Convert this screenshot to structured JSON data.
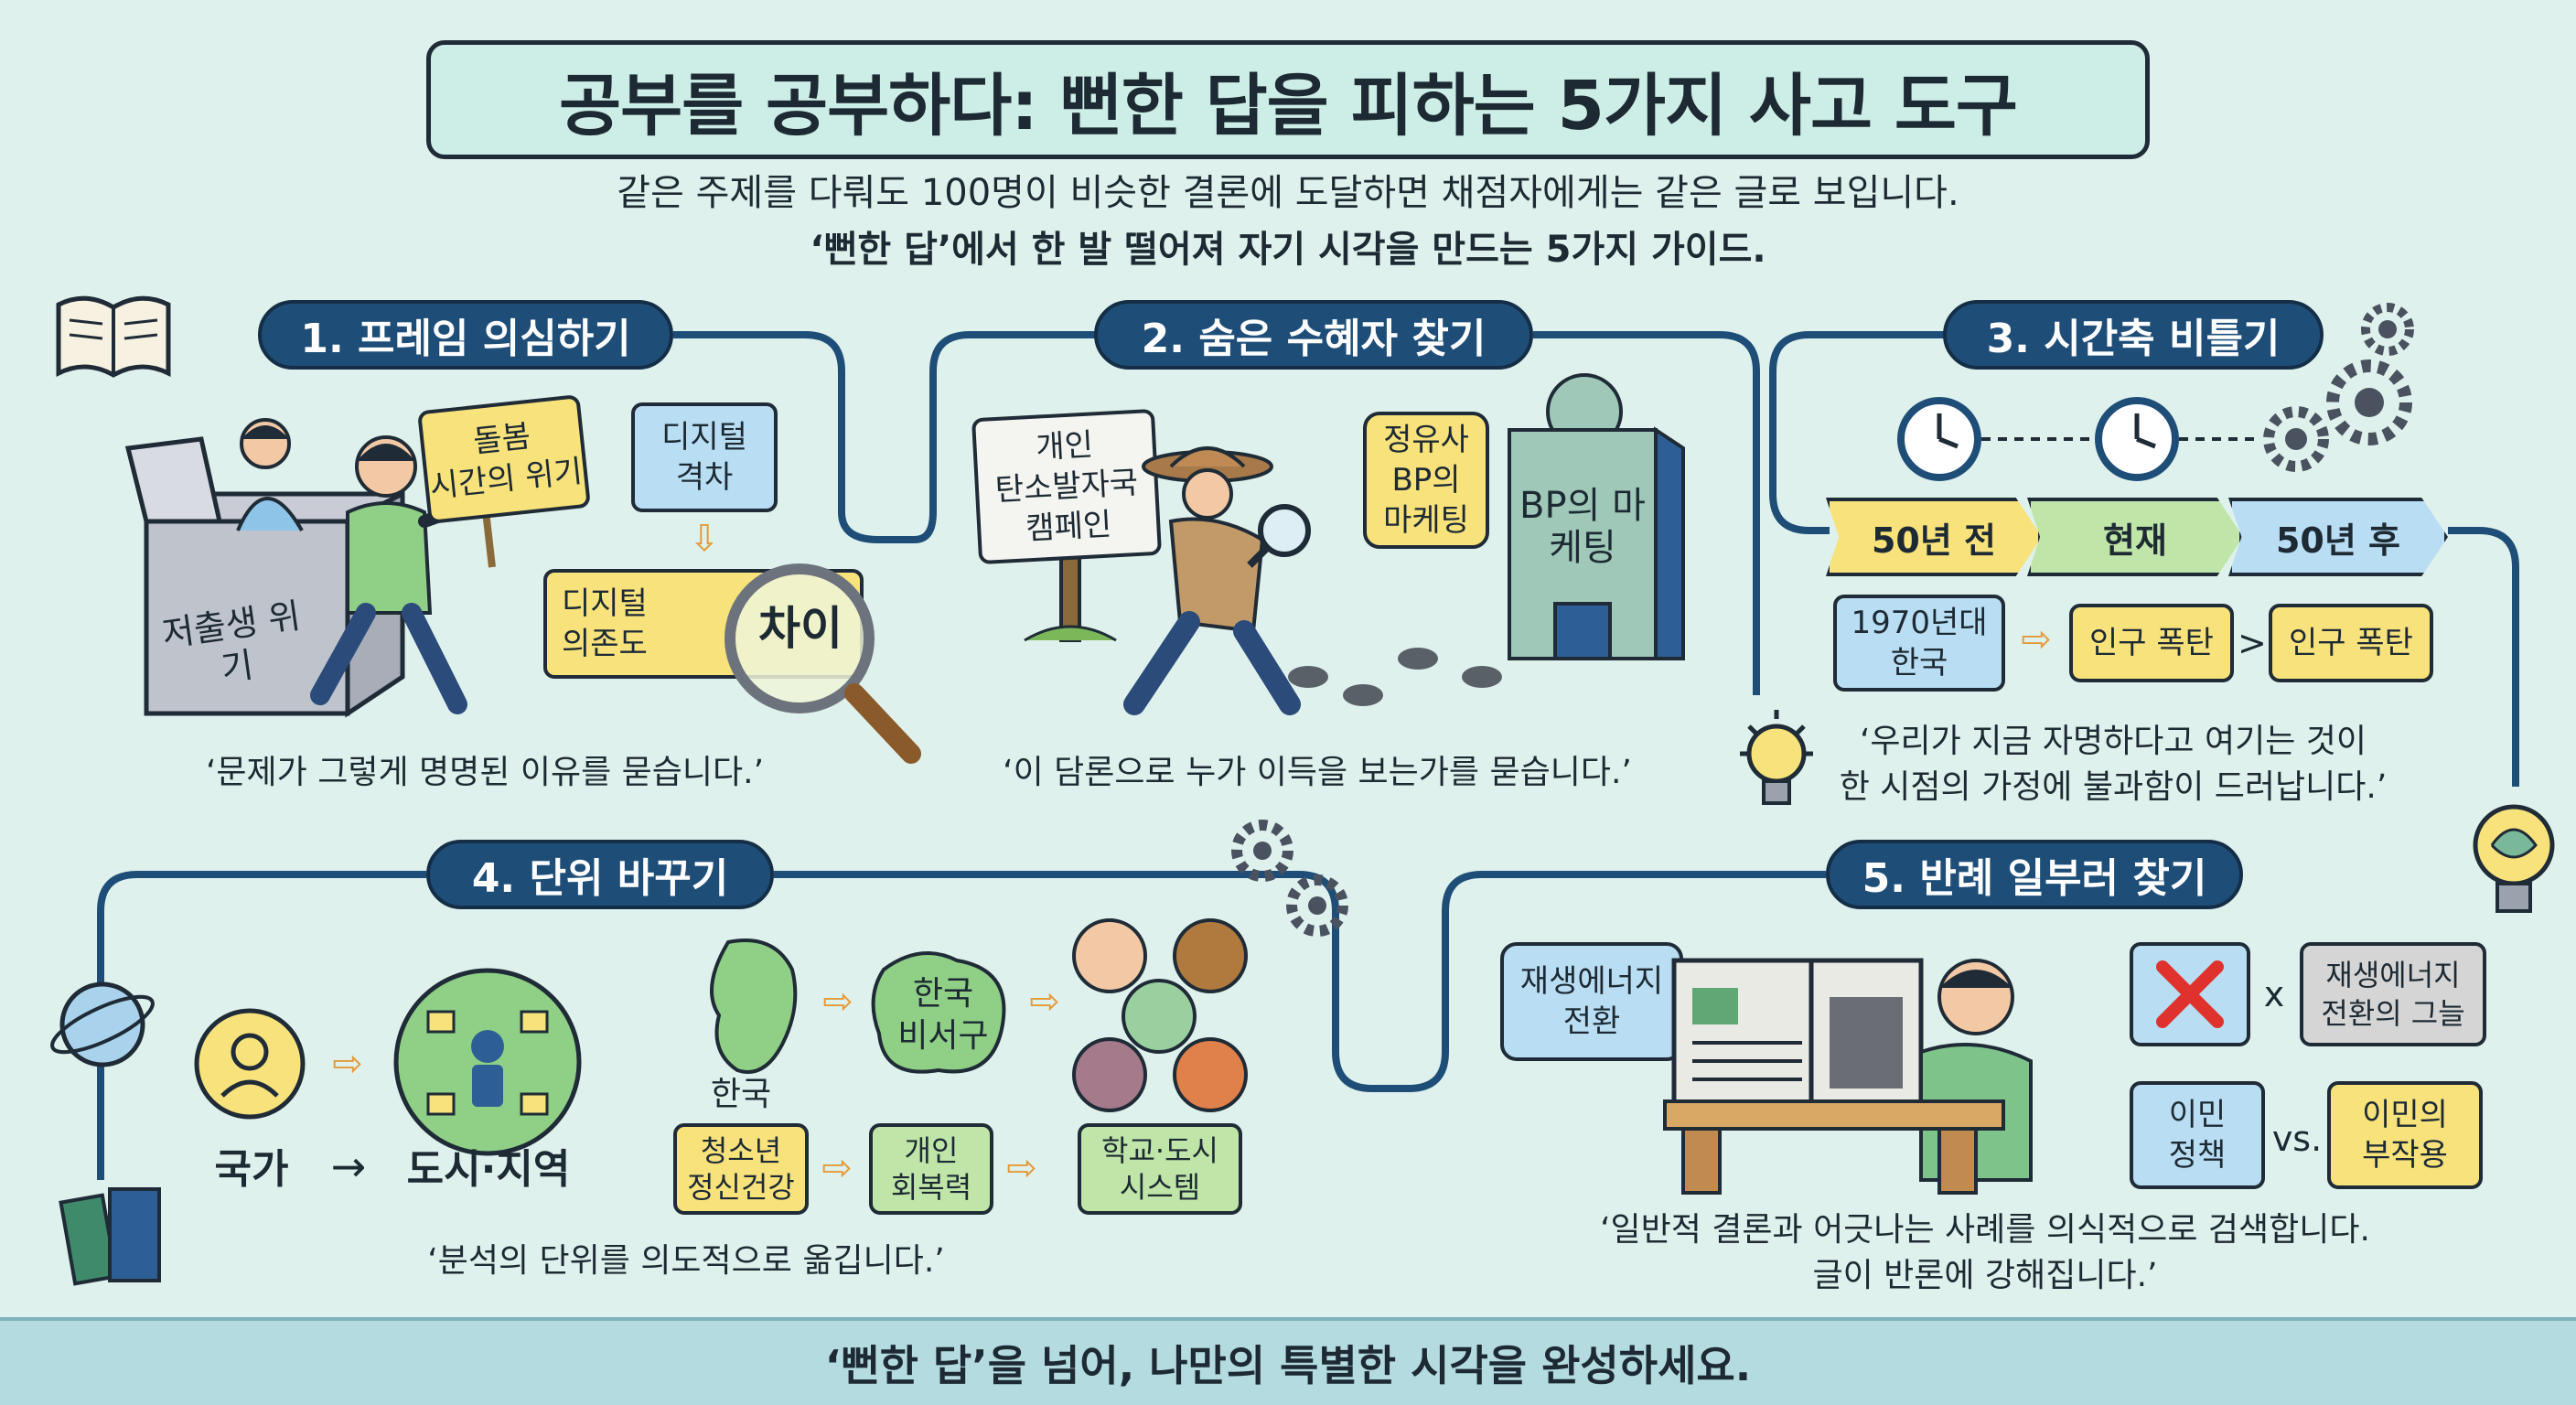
{
  "title": "공부를 공부하다: 뻔한 답을 피하는 5가지 사고 도구",
  "subtitle": {
    "line1": "같은 주제를 다뤄도 100명이 비슷한 결론에 도달하면 채점자에게는 같은 글로 보입니다.",
    "line2": "‘뻔한 답’에서 한 발 떨어져 자기 시각을 만드는 5가지 가이드."
  },
  "sections": [
    {
      "label": "1. 프레임 의심하기",
      "note": "‘문제가 그렇게 명명된 이유를 묻습니다.’",
      "box_text": "저출생\n위기",
      "sign_text": "돌봄\n시간의 위기",
      "digital_gap": "디지털\n격차",
      "digital_dependency": "디지털\n의존도",
      "difference": "차이"
    },
    {
      "label": "2. 숨은 수혜자 찾기",
      "note": "‘이 담론으로 누가 이득을 보는가를 묻습니다.’",
      "sign_text": "개인\n탄소발자국\n캠페인",
      "bubble_text": "정유사\nBP의\n마케팅",
      "building_text": "BP의\n마케팅"
    },
    {
      "label": "3. 시간축 비틀기",
      "note": "‘우리가 지금 자명하다고 여기는 것이\n한 시점의 가정에 불과함이 드러납니다.’",
      "timeline": [
        "50년 전",
        "현재",
        "50년 후"
      ],
      "example_left": "1970년대\n한국",
      "example_mid": "인구 폭탄",
      "example_sep": ">",
      "example_right": "인구 폭탄"
    },
    {
      "label": "4. 단위 바꾸기",
      "note": "‘분석의 단위를 의도적으로 옮깁니다.’",
      "unit_from": "국가",
      "unit_arrow": "→",
      "unit_to": "도시·지역",
      "map_label": "한국",
      "region_label": "한국\n비서구",
      "chain": [
        "청소년\n정신건강",
        "개인\n회복력",
        "학교·도시\n시스템"
      ]
    },
    {
      "label": "5. 반례 일부러 찾기",
      "note": "‘일반적 결론과 어긋나는 사례를 의식적으로 검색합니다.\n글이 반론에 강해집니다.’",
      "bubble_text": "재생에너지\n전환",
      "cross_sep": "x",
      "shadow_text": "재생에너지\n전환의 그늘",
      "policy_left": "이민\n정책",
      "vs": "vs.",
      "policy_right": "이민의\n부작용"
    }
  ],
  "footer": "‘뻔한 답’을 넘어, 나만의 특별한 시각을 완성하세요.",
  "colors": {
    "background": "#dff1ec",
    "pill": "#1e4e78",
    "yellow": "#f7e27c",
    "blue": "#b9ddf3",
    "green": "#bfe6a8"
  }
}
